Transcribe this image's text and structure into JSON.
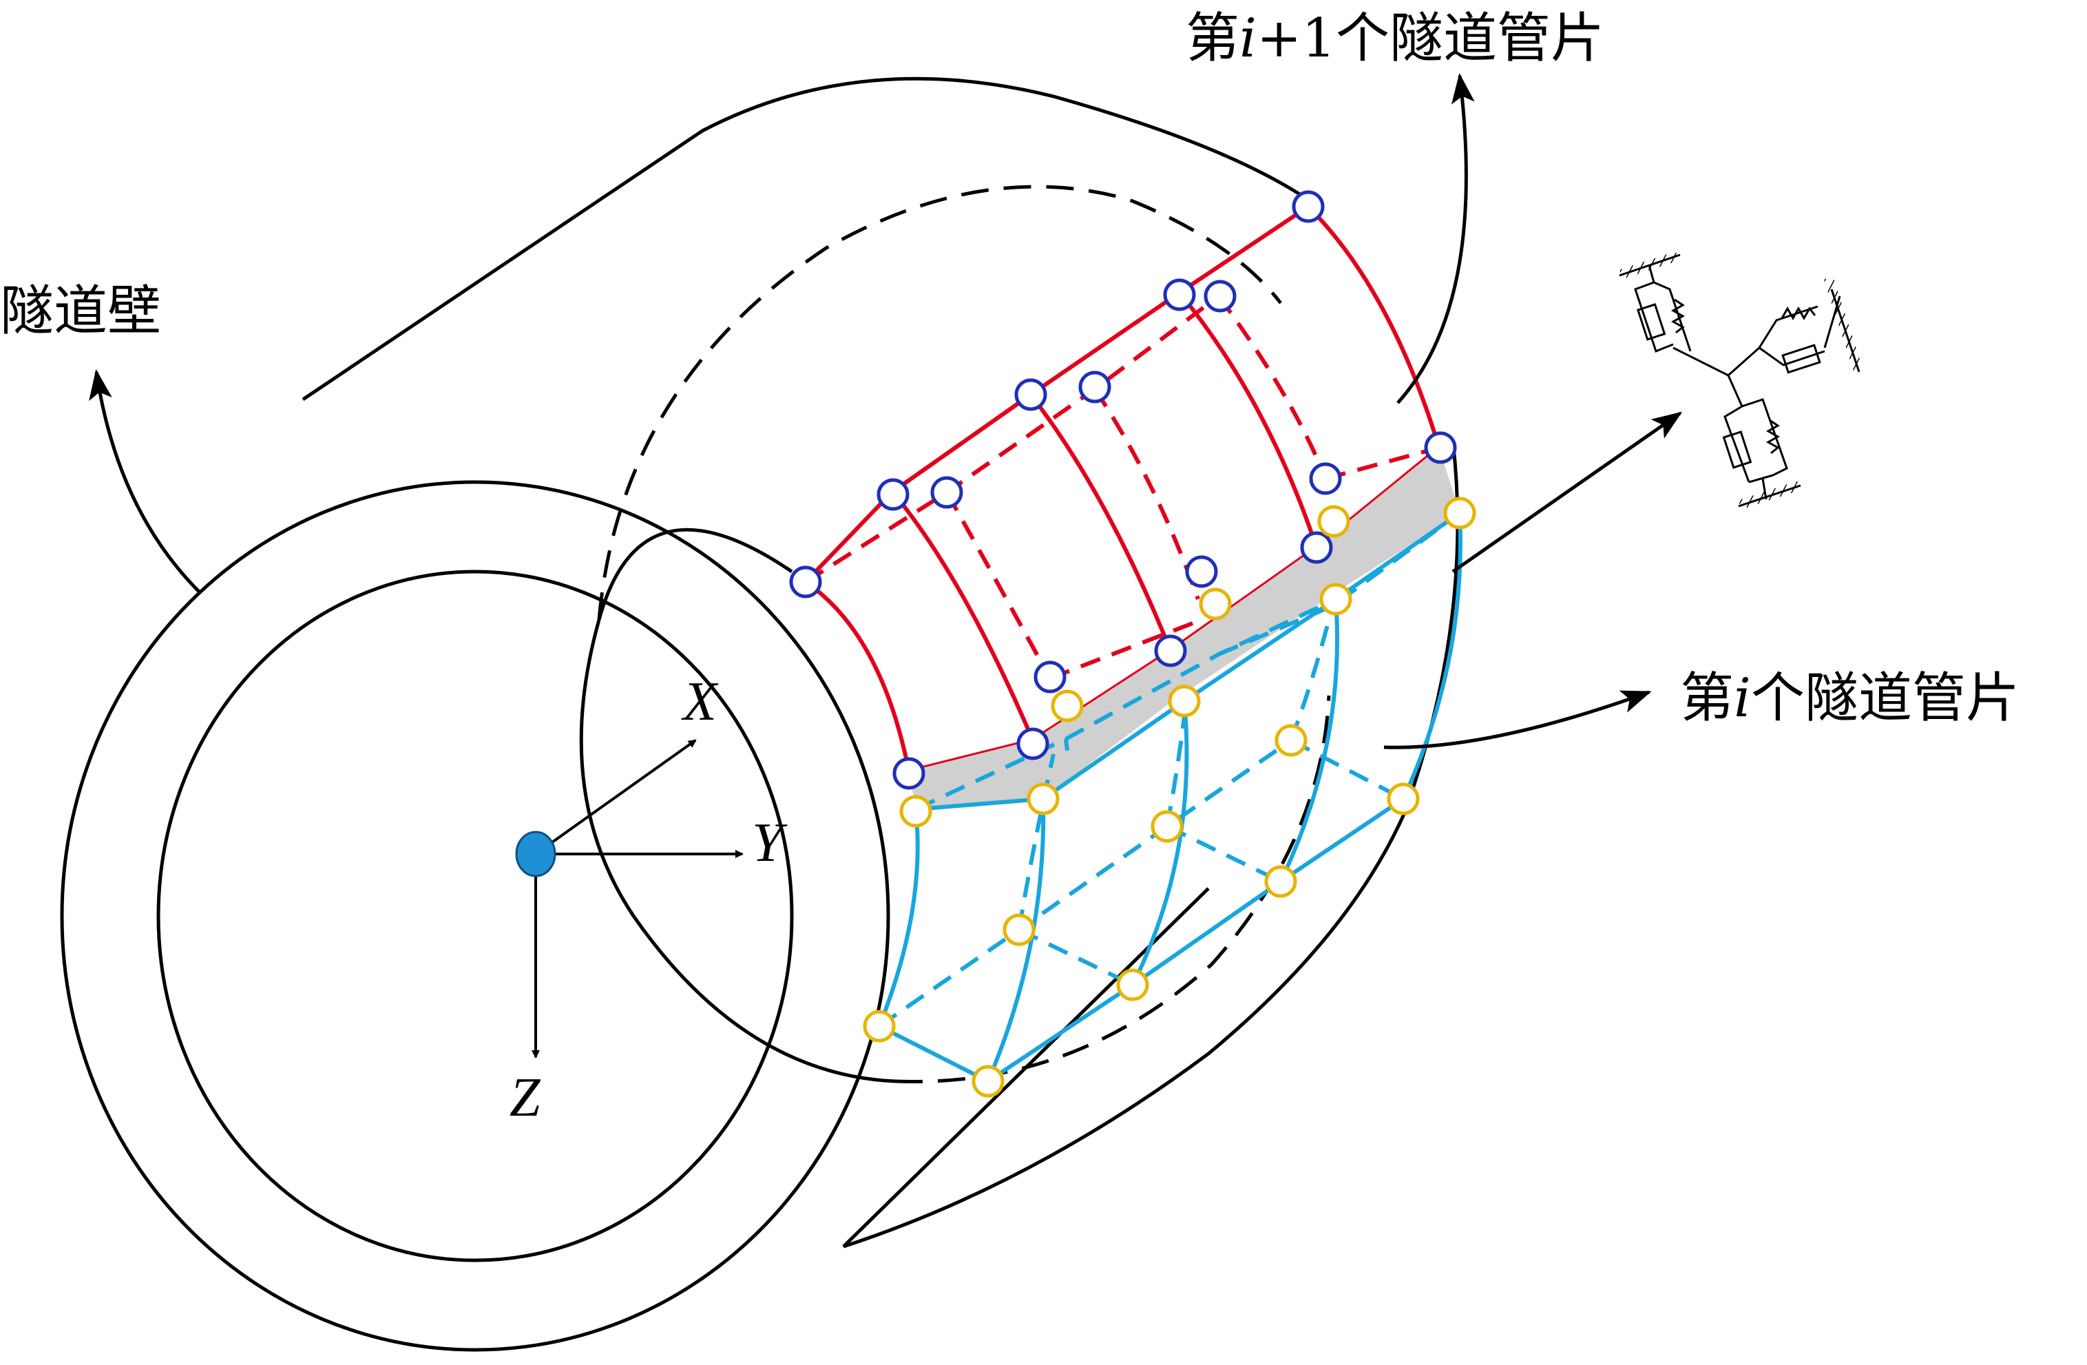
{
  "labels": {
    "tunnel_wall": "隧道壁",
    "segment_next": "第i+1个隧道管片",
    "segment_next_parts": {
      "pre": "第",
      "var": "i",
      "post": "+1个隧道管片"
    },
    "segment_current": "第i个隧道管片",
    "segment_current_parts": {
      "pre": "第",
      "var": "i",
      "post": "个隧道管片"
    }
  },
  "axes": {
    "x": "X",
    "y": "Y",
    "z": "Z"
  },
  "icons": {
    "origin": "origin-dot-icon",
    "spring_damper": "spring-damper-icon"
  },
  "colors": {
    "outline": "#000000",
    "segment_next": "#e3001b",
    "segment_current": "#19a6dc",
    "node_next": "#1f2fb8",
    "node_current": "#e8b400",
    "origin": "#1f8fd6",
    "contact_surface": "#d0d0d0"
  }
}
